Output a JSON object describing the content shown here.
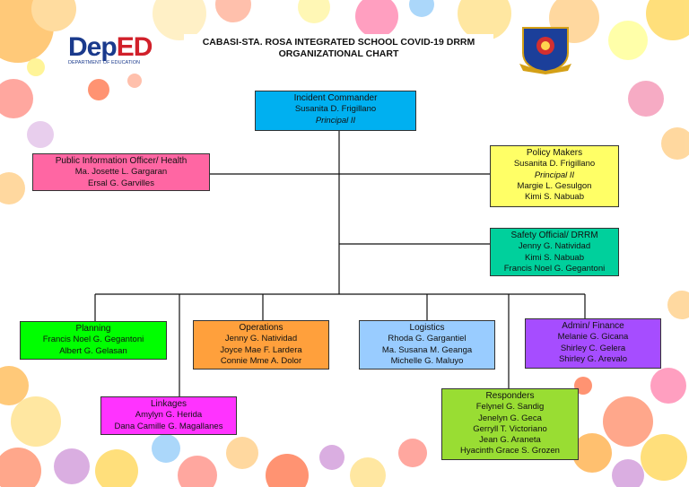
{
  "header": {
    "title_line1": "CABASI-STA. ROSA INTEGRATED SCHOOL COVID-19 DRRM",
    "title_line2": "ORGANIZATIONAL CHART",
    "logo_text_dep": "Dep",
    "logo_text_ed": "ED",
    "logo_subtext": "DEPARTMENT OF EDUCATION"
  },
  "colors": {
    "incident": "#00b0f0",
    "pio": "#ff66a3",
    "policy": "#ffff66",
    "safety": "#00d09c",
    "planning": "#00ff00",
    "operations": "#ffa03c",
    "logistics": "#99ccff",
    "admin": "#a64dff",
    "linkages": "#ff33ff",
    "responders": "#99dd33"
  },
  "nodes": {
    "incident": {
      "title": "Incident Commander",
      "lines": [
        "Susanita D. Frigillano"
      ],
      "italic": "Principal II"
    },
    "pio": {
      "title": "Public Information Officer/ Health",
      "lines": [
        "Ma. Josette L. Gargaran",
        "Ersal G. Garvilles"
      ]
    },
    "policy": {
      "title": "Policy Makers",
      "lines": [
        "Susanita D. Frigillano"
      ],
      "italic": "Principal II",
      "lines2": [
        "Margie L. Gesulgon",
        "Kimi S. Nabuab"
      ]
    },
    "safety": {
      "title": "Safety Official/ DRRM",
      "lines": [
        "Jenny G. Natividad",
        "Kimi S. Nabuab",
        "Francis Noel G. Gegantoni"
      ]
    },
    "planning": {
      "title": "Planning",
      "lines": [
        "Francis Noel G. Gegantoni",
        "Albert G. Gelasan"
      ]
    },
    "operations": {
      "title": "Operations",
      "lines": [
        "Jenny G. Natividad",
        "Joyce Mae F. Lardera",
        "Connie Mme A. Dolor"
      ]
    },
    "logistics": {
      "title": "Logistics",
      "lines": [
        "Rhoda G. Gargantiel",
        "Ma. Susana M. Geanga",
        "Michelle G. Maluyo"
      ]
    },
    "admin": {
      "title": "Admin/ Finance",
      "lines": [
        "Melanie G. Gicana",
        "Shirley C. Gelera",
        "Shirley G. Arevalo"
      ]
    },
    "linkages": {
      "title": "Linkages",
      "lines": [
        "Amylyn G. Herida",
        "Dana Camille G. Magallanes"
      ]
    },
    "responders": {
      "title": "Responders",
      "lines": [
        "Felynel G. Sandig",
        "Jenelyn G. Geca",
        "Gerryll T. Victoriano",
        "Jean G. Araneta",
        "Hyacinth Grace S. Grozen"
      ]
    }
  }
}
